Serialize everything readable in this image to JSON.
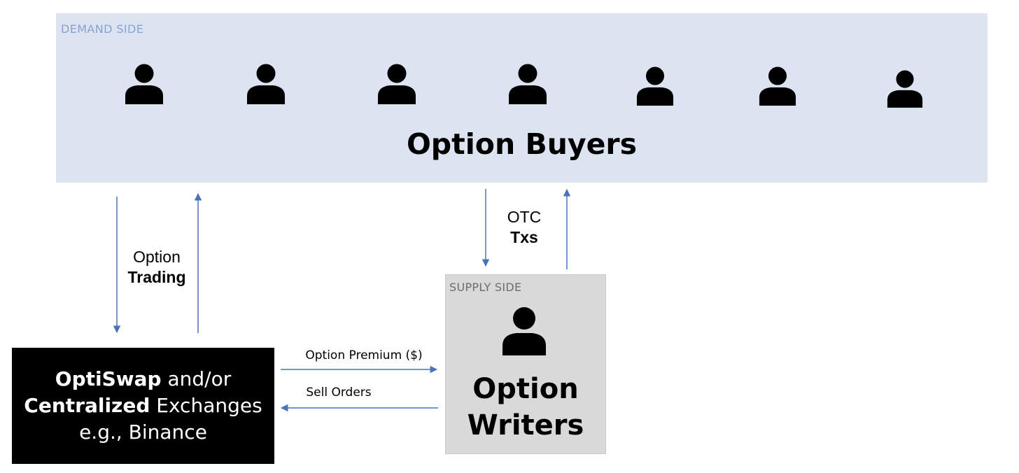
{
  "demand": {
    "label": "DEMAND SIDE",
    "title": "Option Buyers",
    "people_icon": "person-icon",
    "people_count": 7
  },
  "supply": {
    "label": "SUPPLY SIDE",
    "title_line1": "Option",
    "title_line2": "Writers",
    "icon": "person-icon"
  },
  "exchange": {
    "line1_bold": "OptiSwap",
    "line1_rest": " and/or",
    "line2_bold": "Centralized",
    "line2_rest": " Exchanges",
    "line3": "e.g., Binance"
  },
  "flows": {
    "trading_line1": "Option",
    "trading_line2": "Trading",
    "otc_line1": "OTC",
    "otc_line2": "Txs",
    "premium": "Option Premium ($)",
    "sell_orders": "Sell Orders"
  },
  "colors": {
    "demand_bg": "#dce4f1",
    "demand_label": "#8aa2cf",
    "supply_bg": "#d9d9d9",
    "exchange_bg": "#000000",
    "arrow": "#4a72b8"
  }
}
